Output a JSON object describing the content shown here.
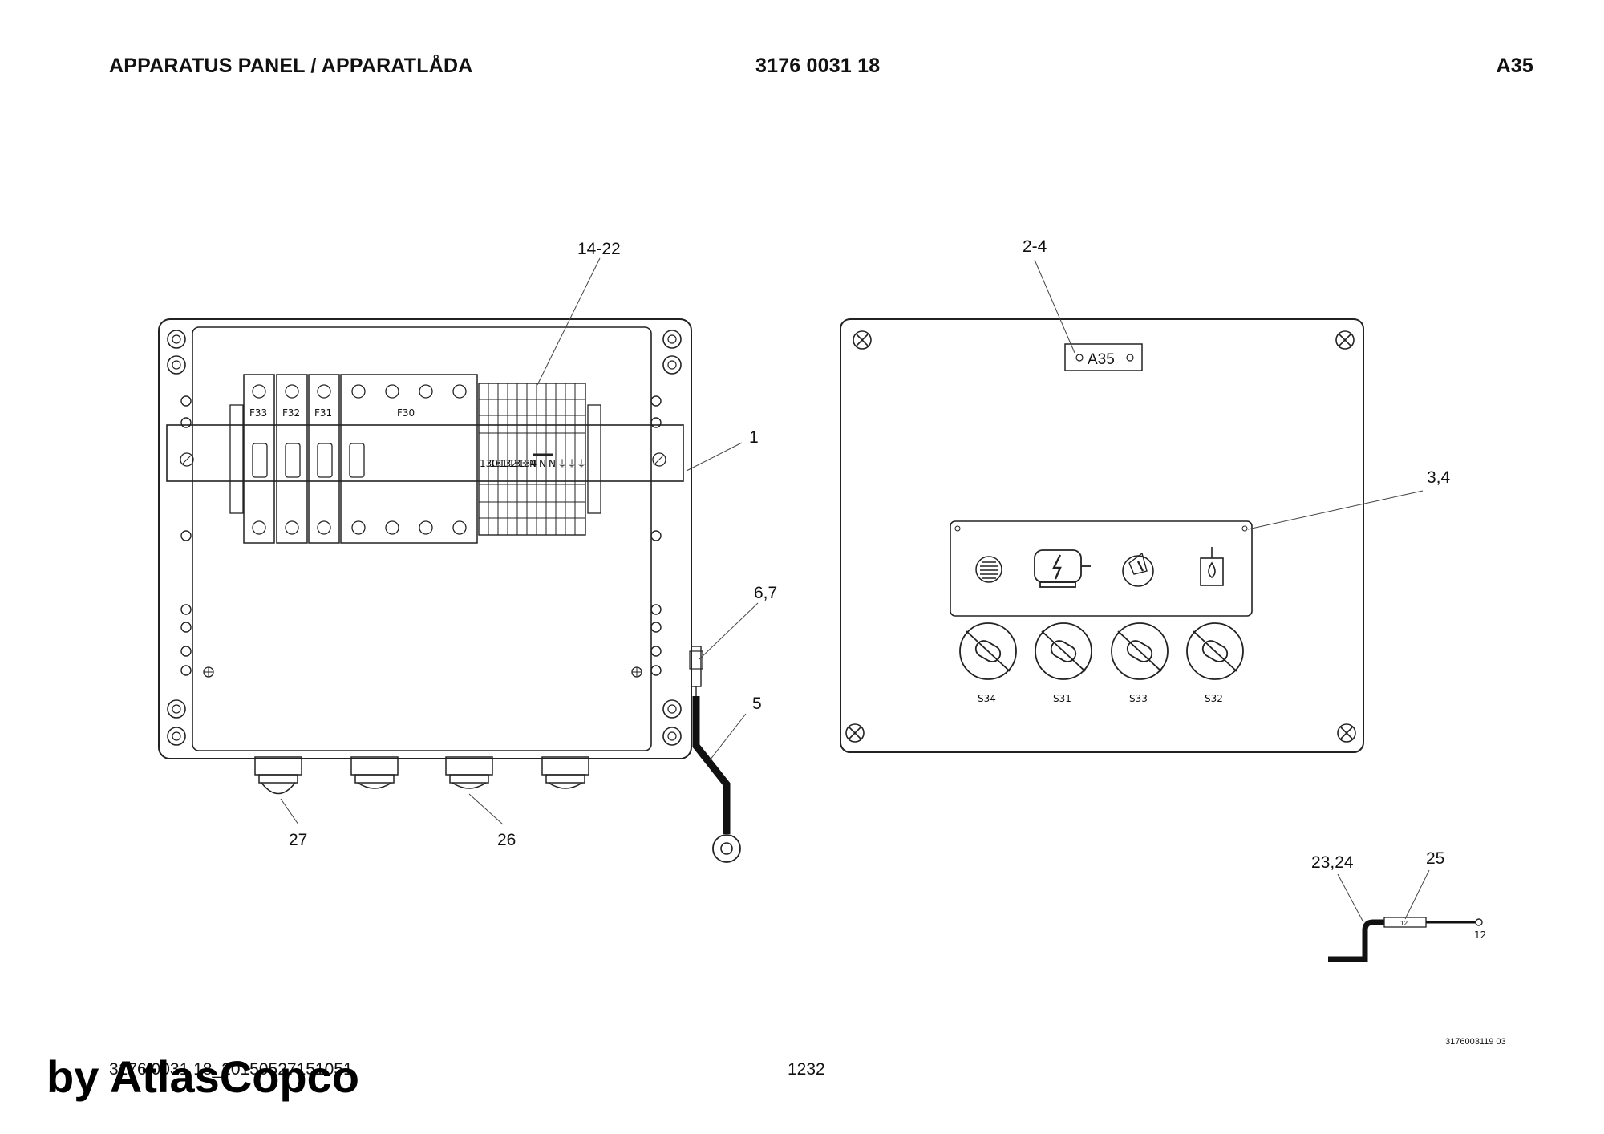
{
  "header": {
    "title": "APPARATUS PANEL / APPARATLÅDA",
    "part_number": "3176 0031 18",
    "sheet": "A35"
  },
  "callouts": {
    "c_14_22": "14-22",
    "c_1": "1",
    "c_6_7": "6,7",
    "c_5": "5",
    "c_27": "27",
    "c_26": "26",
    "c_2_4": "2-4",
    "c_3_4": "3,4",
    "c_23_24": "23,24",
    "c_25": "25"
  },
  "box": {
    "fuses": [
      "F33",
      "F32",
      "F31",
      "F30"
    ],
    "terminals": [
      "130",
      "131",
      "132",
      "133",
      "134",
      "N",
      "N",
      "N",
      "⏚",
      "⏚",
      "⏚"
    ]
  },
  "panel": {
    "nameplate": "A35",
    "switches": [
      "S34",
      "S31",
      "S33",
      "S32"
    ],
    "icons": [
      "fan-icon",
      "electric-motor-icon",
      "engine-temperature-icon",
      "oil-level-icon"
    ]
  },
  "cable": {
    "tag": "12",
    "tag_label": "12"
  },
  "footer": {
    "file": "3176 0031 18_20150527151051",
    "page": "1232",
    "drawing_code": "3176003119 03",
    "watermark": "by AtlasCopco"
  }
}
